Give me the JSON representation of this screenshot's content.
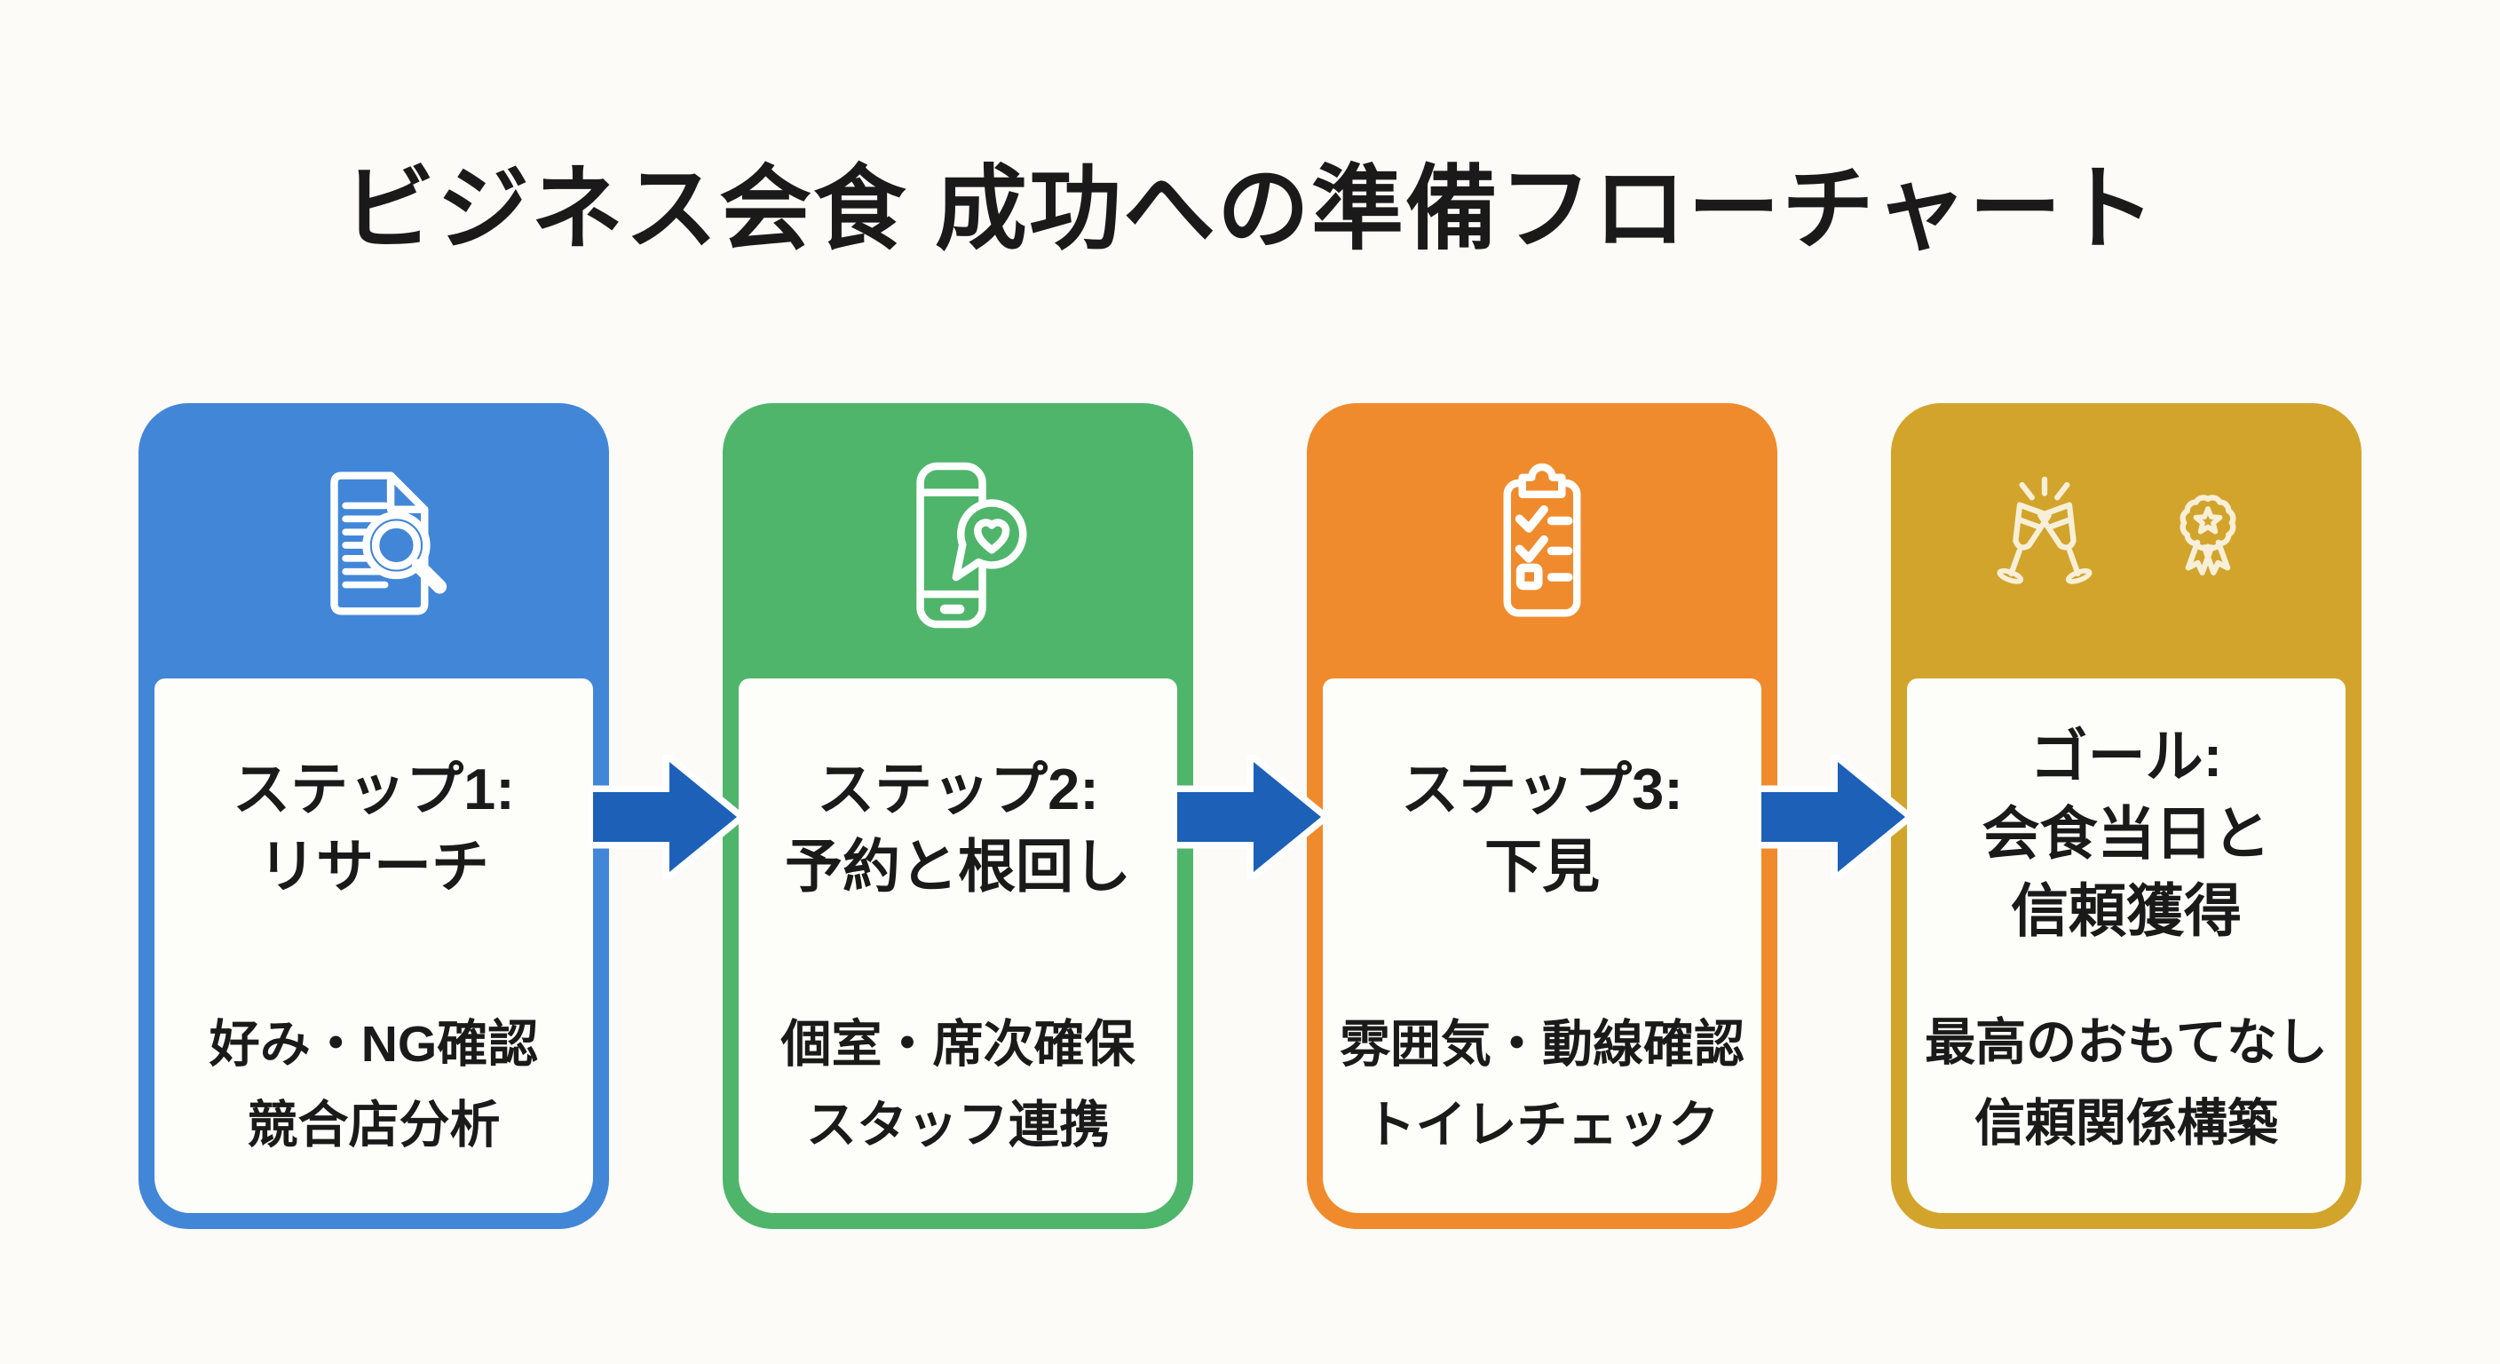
{
  "title": "ビジネス会食 成功への準備フローチャート",
  "colors": {
    "background": "#fcfbf8",
    "text": "#1a1a1a",
    "panel": "#fdfdfa",
    "arrow": "#1d60b8",
    "arrow_halo": "#ffffff",
    "icon_stroke": "#ffffff",
    "goal_icon_stroke": "#f7efd8",
    "step1_accent": "#4286d8",
    "step2_accent": "#4fb56b",
    "step3_accent": "#ef8b2c",
    "goal_accent": "#d3a42b"
  },
  "steps": [
    {
      "icon": "document-search-icon",
      "title_lines": [
        "ステップ1:",
        "リサーチ"
      ],
      "detail_lines": [
        "好み・NG確認",
        "競合店分析"
      ]
    },
    {
      "icon": "smartphone-chat-heart-icon",
      "title_lines": [
        "ステップ2:",
        "予約と根回し"
      ],
      "detail_lines": [
        "個室・席次確保",
        "スタッフ連携"
      ]
    },
    {
      "icon": "clipboard-checklist-icon",
      "title_lines": [
        "ステップ3:",
        "下見"
      ],
      "detail_lines": [
        "雰囲気・動線確認",
        "トイレチェック"
      ]
    },
    {
      "icons": [
        "toast-glasses-icon",
        "award-ribbon-icon"
      ],
      "title_lines": [
        "ゴール:",
        "会食当日と",
        "信頼獲得"
      ],
      "detail_lines": [
        "最高のおもてなし",
        "信頼関係構築"
      ]
    }
  ]
}
